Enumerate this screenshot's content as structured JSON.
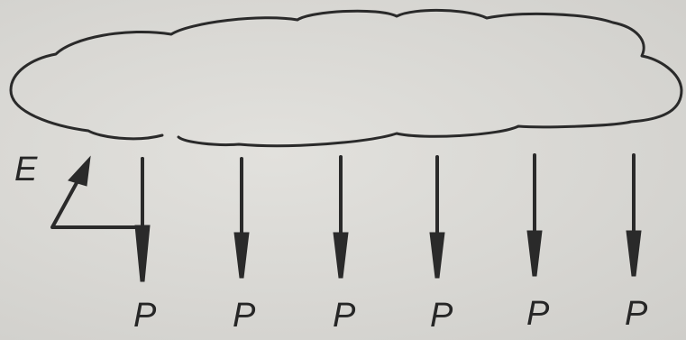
{
  "diagram": {
    "source_label": "E",
    "arrow_labels": [
      "P",
      "P",
      "P",
      "P",
      "P",
      "P"
    ],
    "ink_color": "#2a2a2a",
    "background_color": "#d9d8d4"
  }
}
